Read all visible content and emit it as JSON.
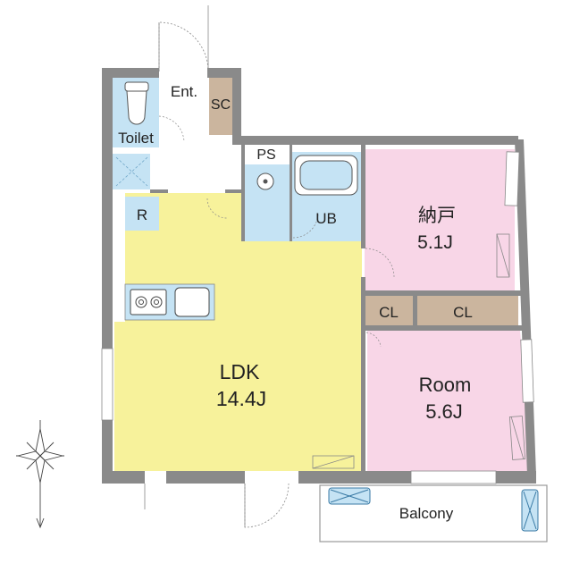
{
  "rooms": {
    "ent": {
      "label": "Ent."
    },
    "sc": {
      "label": "SC"
    },
    "toilet": {
      "label": "Toilet"
    },
    "ps": {
      "label": "PS"
    },
    "ub": {
      "label": "UB"
    },
    "r": {
      "label": "R"
    },
    "storage": {
      "label": "納戸",
      "size": "5.1J"
    },
    "cl_left": {
      "label": "CL"
    },
    "cl_right": {
      "label": "CL"
    },
    "ldk": {
      "label": "LDK",
      "size": "14.4J"
    },
    "room": {
      "label": "Room",
      "size": "5.6J"
    },
    "balcony": {
      "label": "Balcony"
    }
  },
  "colors": {
    "ldk_fill": "#f7f29b",
    "room_fill": "#f8d6e7",
    "wet_fill": "#c5e3f4",
    "closet_fill": "#cbb59e",
    "wall": "#8a8a8a"
  },
  "icons": [
    "toilet-icon",
    "bathtub-icon",
    "sink-icon",
    "stove-icon",
    "kitchen-sink-icon",
    "compass-icon",
    "air-conditioner-icon"
  ]
}
